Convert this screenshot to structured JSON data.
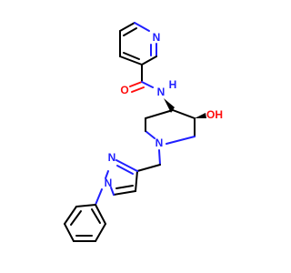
{
  "molecule": {
    "colors": {
      "bond": "#000000",
      "nitrogen": "#2020ff",
      "oxygen": "#ff0d0d"
    },
    "atom_labels": {
      "pyridine_n": "N",
      "carbonyl_o": "O",
      "amide_n": "N",
      "amide_h": "H",
      "hydroxyl": "OH",
      "piperidine_n": "N",
      "pyrazole_n2": "N",
      "pyrazole_n1": "N"
    }
  }
}
